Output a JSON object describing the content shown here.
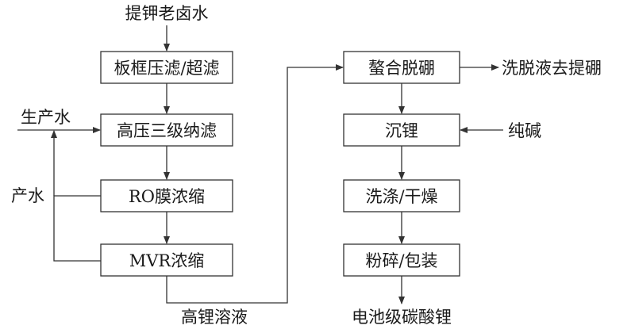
{
  "diagram": {
    "colors": {
      "stroke": "#333333",
      "text": "#1a1a1a",
      "background": "#ffffff"
    },
    "left_column": {
      "input": "提钾老卤水",
      "step1": "板框压滤/超滤",
      "step2": "高压三级纳滤",
      "step3": "RO膜浓缩",
      "step4": "MVR浓缩",
      "output": "高锂溶液"
    },
    "side_labels": {
      "production_water": "生产水",
      "product_water": "产水"
    },
    "right_column": {
      "step1": "螯合脱硼",
      "step1_output": "洗脱液去提硼",
      "step2": "沉锂",
      "step2_input": "纯碱",
      "step3": "洗涤/干燥",
      "step4": "粉碎/包装",
      "output": "电池级碳酸锂"
    }
  }
}
